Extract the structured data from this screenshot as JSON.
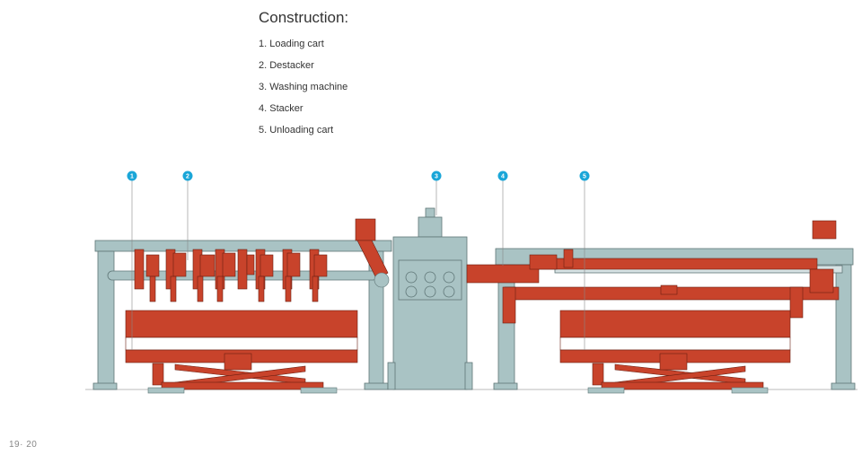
{
  "title": "Construction:",
  "items": [
    "1. Loading cart",
    "2. Destacker",
    "3. Washing machine",
    "4. Stacker",
    "5. Unloading cart"
  ],
  "markers": [
    "1",
    "2",
    "3",
    "4",
    "5"
  ],
  "pager": "19· 20",
  "colors": {
    "frame": "#a9c3c4",
    "frame_stroke": "#5f7677",
    "machinery": "#c8432b",
    "machinery_stroke": "#6b1f12",
    "marker": "#1aa6d8"
  }
}
